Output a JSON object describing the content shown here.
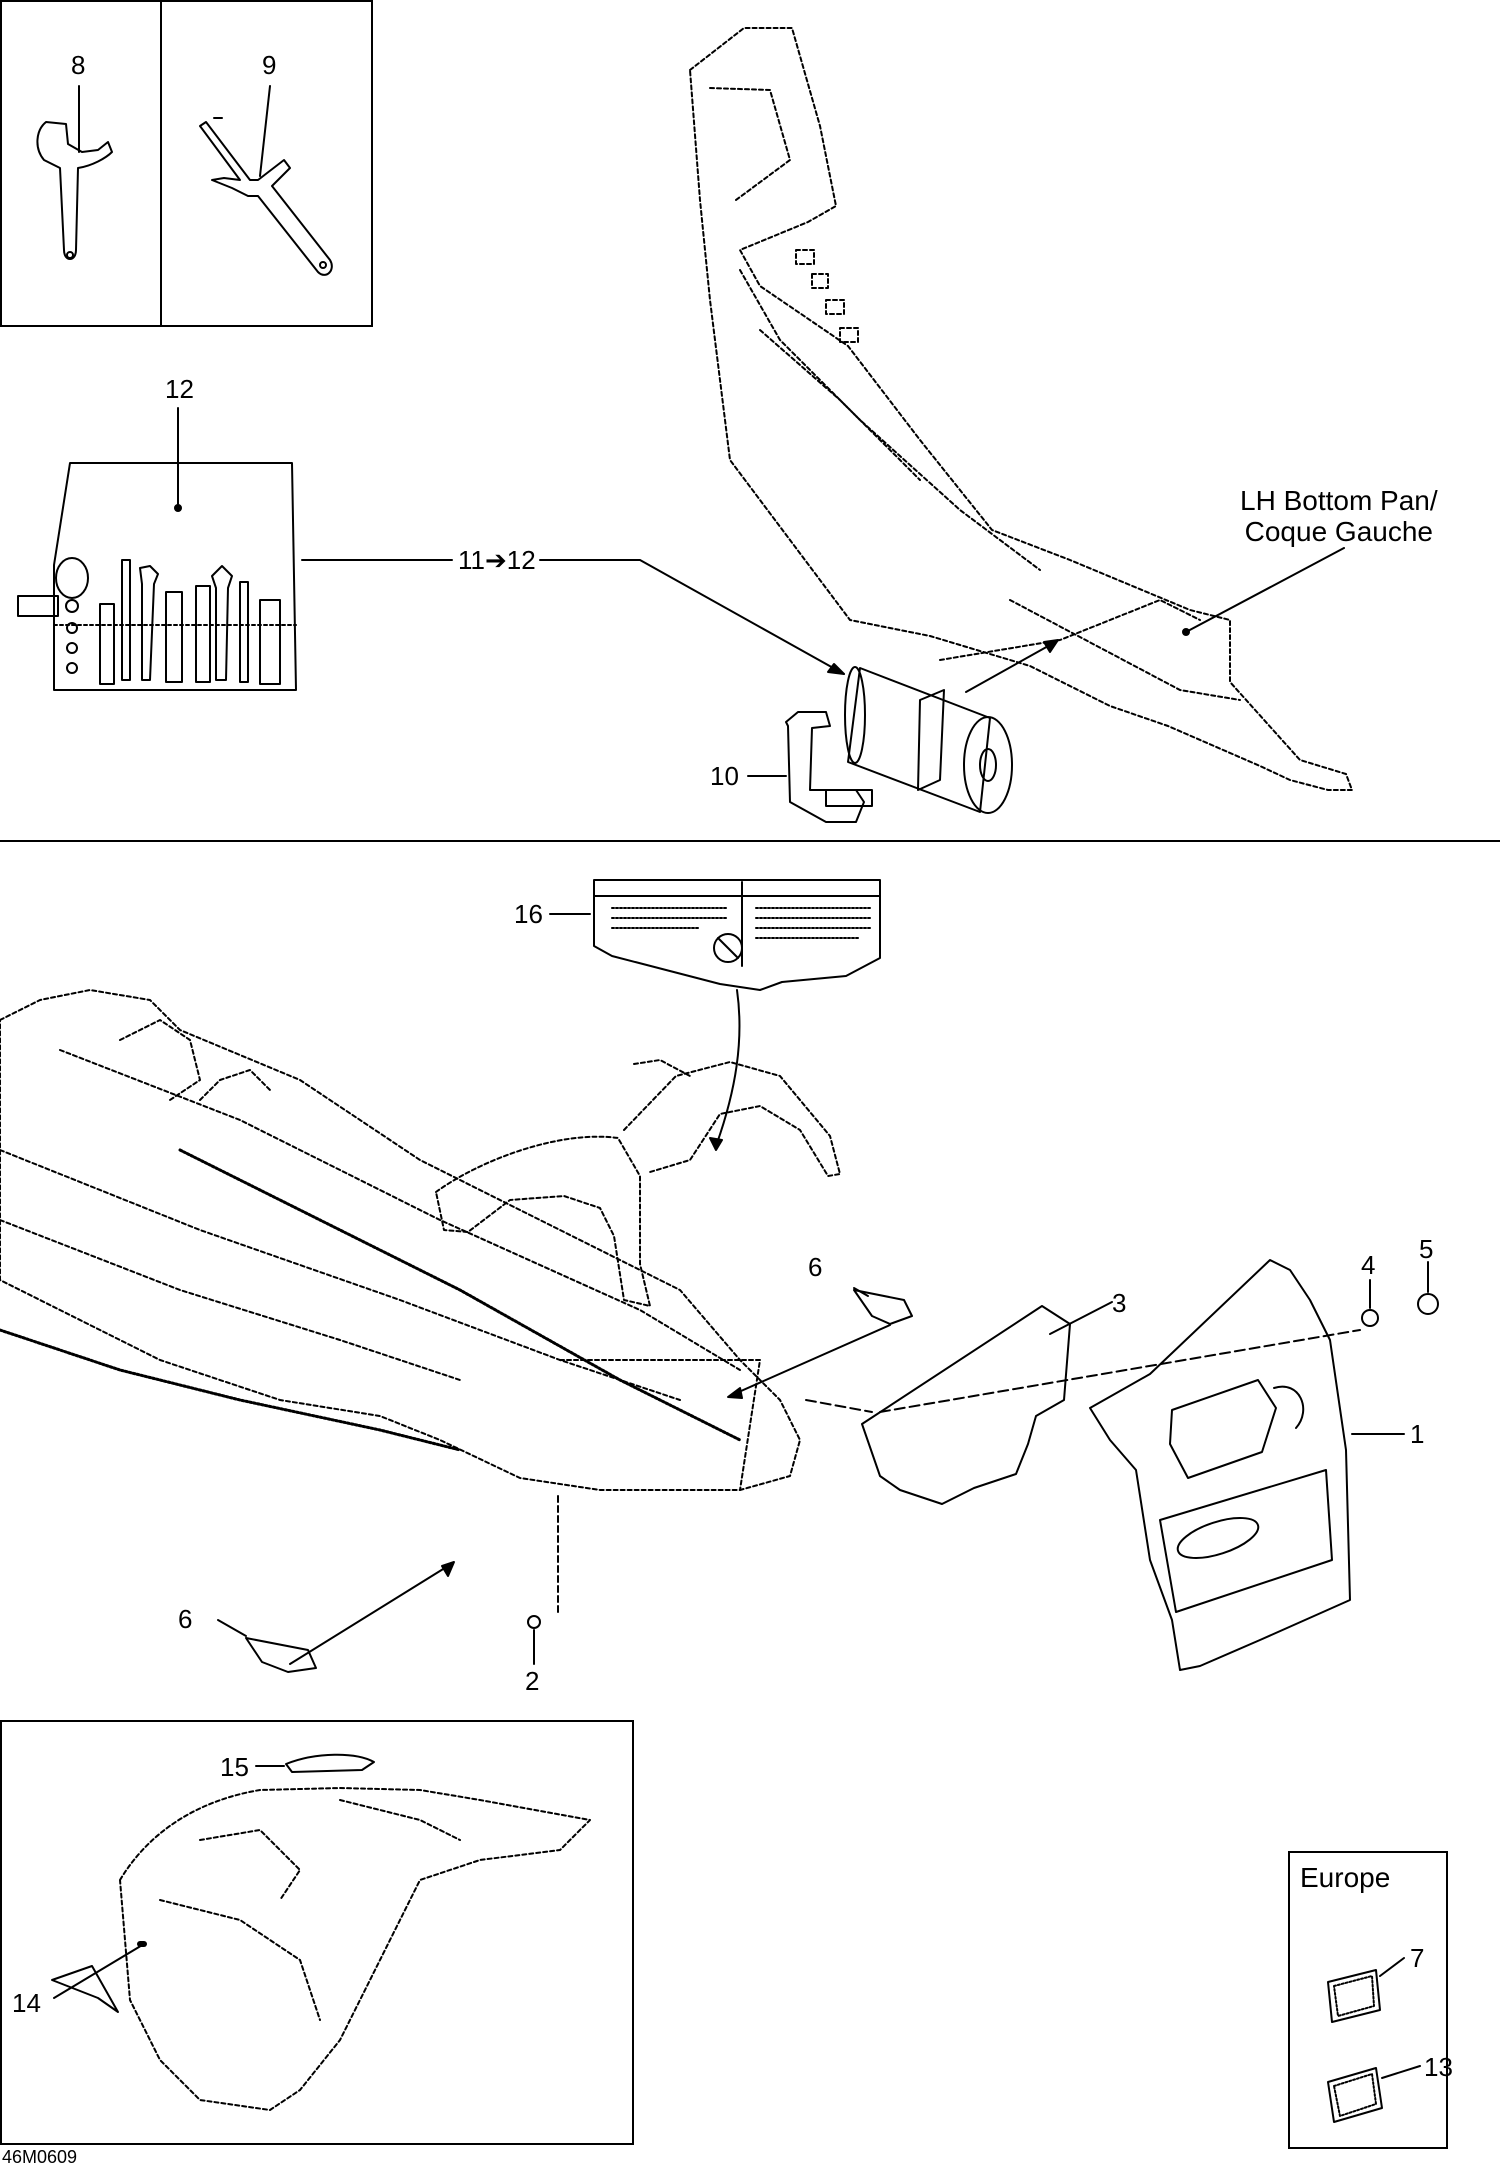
{
  "callouts": {
    "c1": "1",
    "c2": "2",
    "c3": "3",
    "c4": "4",
    "c5": "5",
    "c6a": "6",
    "c6b": "6",
    "c7": "7",
    "c8": "8",
    "c9": "9",
    "c10": "10",
    "c11_12": "11➔12",
    "c12": "12",
    "c13": "13",
    "c14": "14",
    "c15": "15",
    "c16": "16"
  },
  "notes": {
    "lh_bottom_pan_line1": "LH Bottom Pan/",
    "lh_bottom_pan_line2": "Coque Gauche",
    "europe": "Europe"
  },
  "figure_code": "46M0609",
  "colors": {
    "ink": "#000000",
    "paper": "#ffffff",
    "shade": "#d8d8d8"
  }
}
